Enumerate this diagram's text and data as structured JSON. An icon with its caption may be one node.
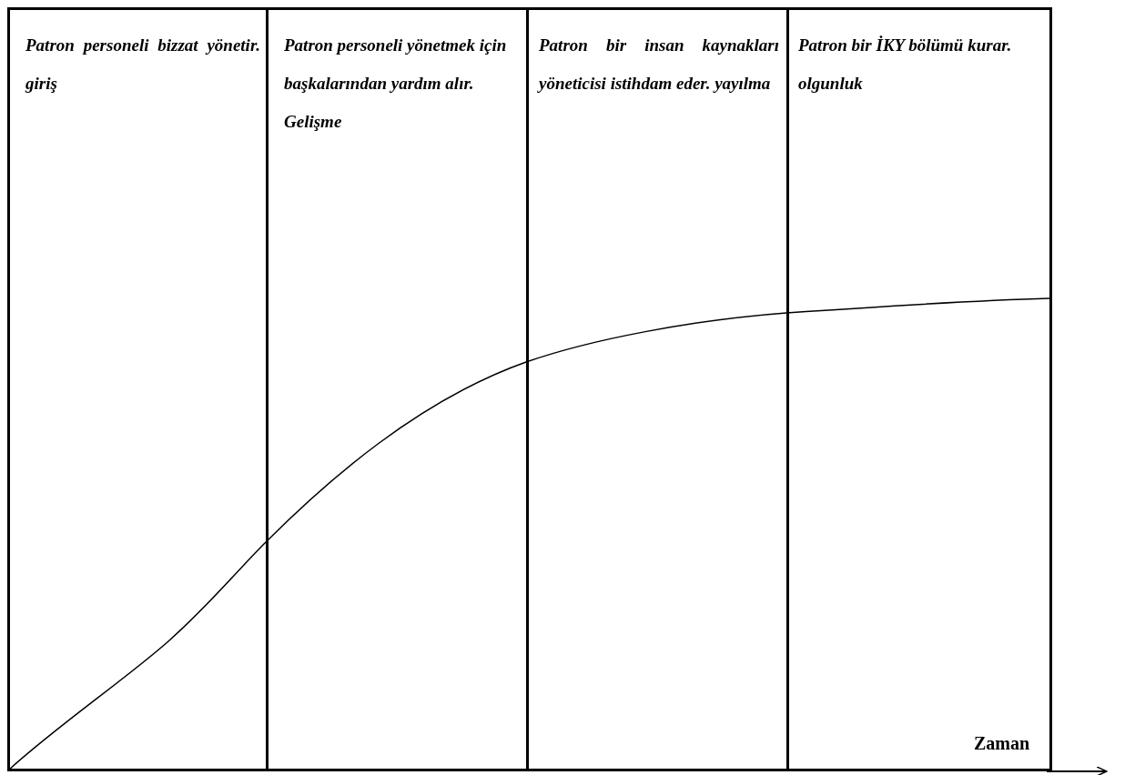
{
  "diagram": {
    "nodes": [
      {
        "text": [
          "Patron personeli bizzat yönetir. giriş"
        ]
      },
      {
        "text": [
          "Patron personeli yönetmek için başkalarından yardım alır. Gelişme"
        ]
      },
      {
        "text": [
          "Patron bir insan kaynakları yöneticisi istihdam eder. yayılma"
        ]
      },
      {
        "text": [
          "Patron bir İKY bölümü kurar. olgunluk"
        ]
      }
    ],
    "edges": [],
    "labels": [
      "Zaman"
    ]
  }
}
